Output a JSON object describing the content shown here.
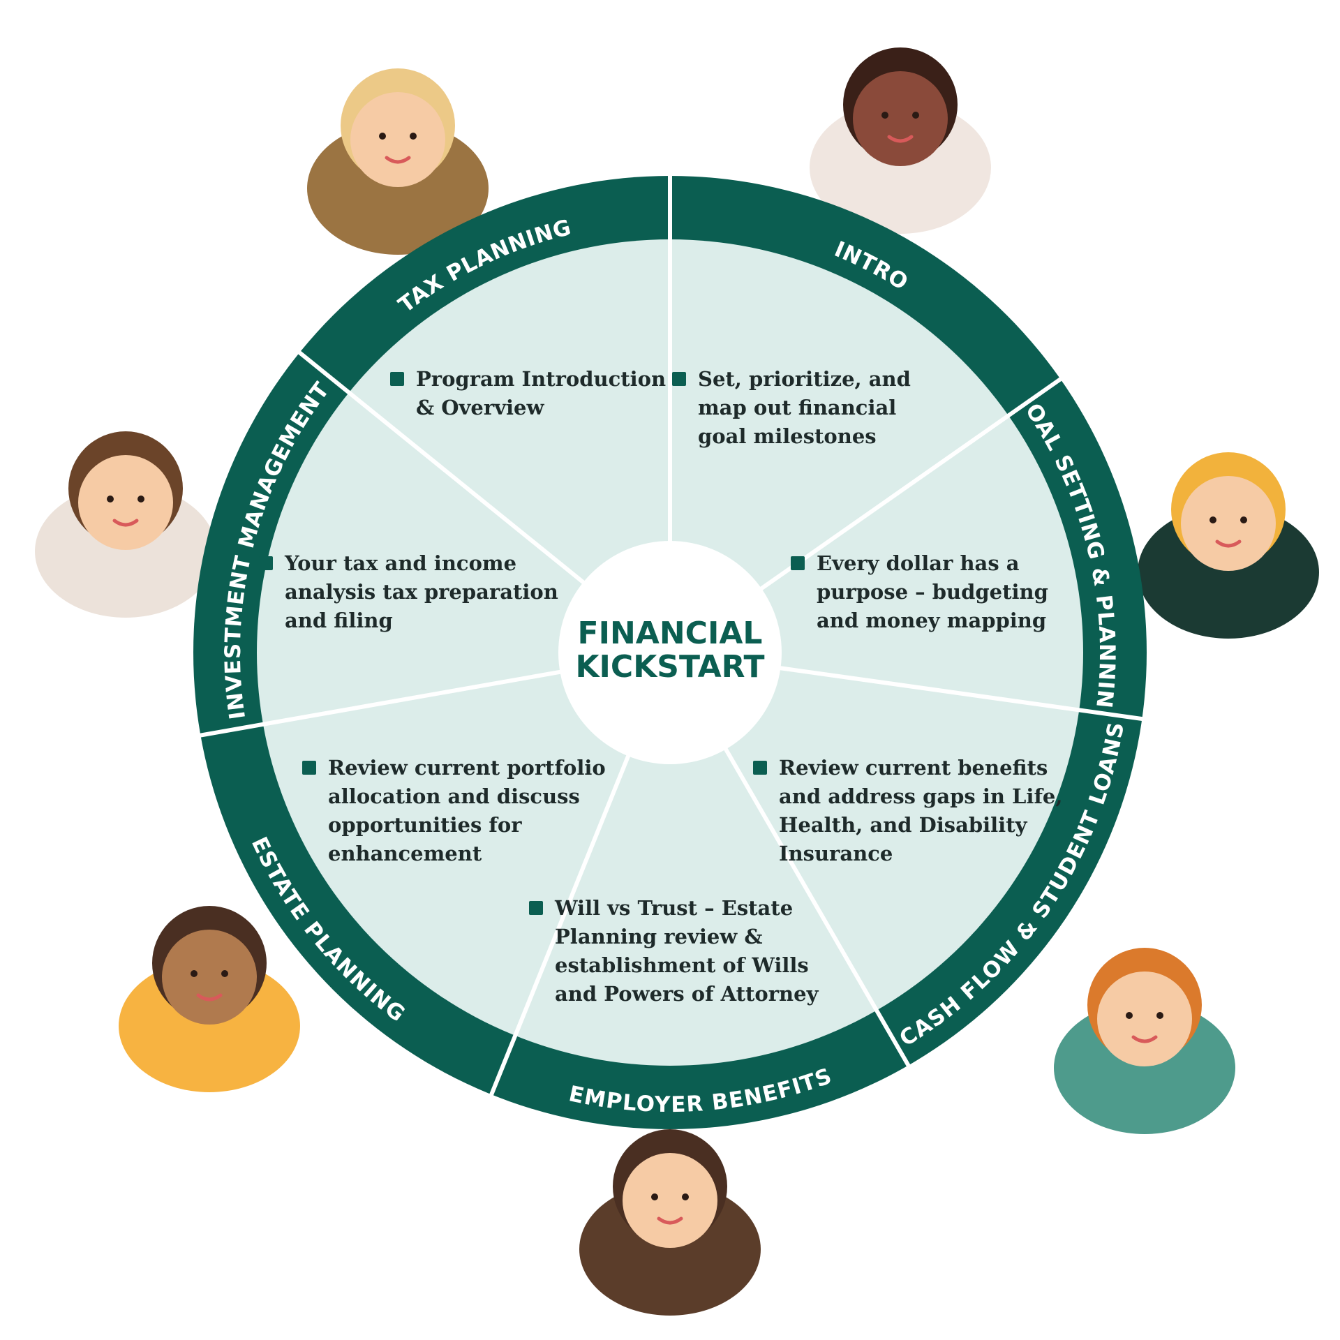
{
  "colors": {
    "ring": "#0b5e51",
    "fill": "#dcedea",
    "divider": "#ffffff",
    "bullet": "#0b5e51",
    "text": "#1e2a2a",
    "center_text": "#0b5e51"
  },
  "center": {
    "line1": "FINANCIAL",
    "line2": "KICKSTART"
  },
  "segments": [
    {
      "label": "INTRO",
      "lines": [
        "Program Introduction",
        "& Overview"
      ]
    },
    {
      "label": "GOAL SETTING & PLANNING",
      "lines": [
        "Set, prioritize, and",
        "map out financial",
        "goal milestones"
      ]
    },
    {
      "label": "CASH FLOW & STUDENT LOANS",
      "lines": [
        "Every dollar has a",
        "purpose – budgeting",
        "and money mapping"
      ]
    },
    {
      "label": "EMPLOYER BENEFITS",
      "lines": [
        "Review current benefits",
        "and address gaps in Life,",
        "Health, and Disability",
        "Insurance"
      ]
    },
    {
      "label": "ESTATE PLANNING",
      "lines": [
        "Will vs Trust – Estate",
        "Planning review &",
        "establishment of Wills",
        "and Powers of Attorney"
      ]
    },
    {
      "label": "INVESTMENT MANAGEMENT",
      "lines": [
        "Review current portfolio",
        "allocation and discuss",
        "opportunities for",
        "enhancement"
      ]
    },
    {
      "label": "TAX PLANNING",
      "lines": [
        "Your tax and income",
        "analysis tax preparation",
        "and filing"
      ]
    }
  ],
  "people": [
    {
      "name": "woman-waving",
      "skin": "#f6cba5",
      "hair": "#ecc987",
      "shirt": "#9b7442"
    },
    {
      "name": "woman-with-folder",
      "skin": "#8a4a3a",
      "hair": "#3a2018",
      "shirt": "#f0e6e0"
    },
    {
      "name": "graduate",
      "skin": "#f6cba5",
      "hair": "#f2b23c",
      "shirt": "#1b3a33"
    },
    {
      "name": "woman-with-glasses",
      "skin": "#f6cba5",
      "hair": "#db7a2c",
      "shirt": "#4e9b8c"
    },
    {
      "name": "woman-with-folder-bottom",
      "skin": "#f6cba5",
      "hair": "#4a2f22",
      "shirt": "#5b3d2a"
    },
    {
      "name": "man-with-laptop",
      "skin": "#b07a4e",
      "hair": "#4a2f22",
      "shirt": "#f7b341"
    },
    {
      "name": "man-with-tie",
      "skin": "#f6cba5",
      "hair": "#6b4429",
      "shirt": "#ece2da"
    }
  ]
}
